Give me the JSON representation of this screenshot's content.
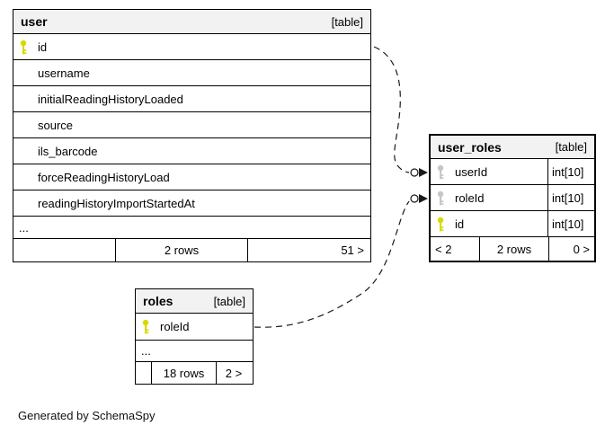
{
  "diagram": {
    "generated_by": "Generated by SchemaSpy"
  },
  "colors": {
    "header_bg": "#f2f2f2",
    "border": "#000000",
    "primary_key": "#d9d900",
    "foreign_key": "#c6c6c6"
  },
  "tables": {
    "user": {
      "title": "user",
      "tag": "[table]",
      "columns": [
        {
          "name": "id",
          "key": "primary"
        },
        {
          "name": "username",
          "key": "none"
        },
        {
          "name": "initialReadingHistoryLoaded",
          "key": "none"
        },
        {
          "name": "source",
          "key": "none"
        },
        {
          "name": "ils_barcode",
          "key": "none"
        },
        {
          "name": "forceReadingHistoryLoad",
          "key": "none"
        },
        {
          "name": "readingHistoryImportStartedAt",
          "key": "none"
        }
      ],
      "ellipsis": "...",
      "footer": {
        "left": "",
        "center": "2 rows",
        "right": "51 >"
      }
    },
    "user_roles": {
      "title": "user_roles",
      "tag": "[table]",
      "columns": [
        {
          "name": "userId",
          "type": "int[10]",
          "key": "foreign"
        },
        {
          "name": "roleId",
          "type": "int[10]",
          "key": "foreign"
        },
        {
          "name": "id",
          "type": "int[10]",
          "key": "primary"
        }
      ],
      "footer": {
        "left": "< 2",
        "center": "2 rows",
        "right": "0 >"
      }
    },
    "roles": {
      "title": "roles",
      "tag": "[table]",
      "columns": [
        {
          "name": "roleId",
          "key": "primary"
        }
      ],
      "ellipsis": "...",
      "footer": {
        "left": "",
        "center": "18 rows",
        "right": "2 >"
      }
    }
  },
  "relationships": [
    {
      "from": "user.id",
      "to": "user_roles.userId",
      "style": "dashed"
    },
    {
      "from": "roles.roleId",
      "to": "user_roles.roleId",
      "style": "dashed"
    }
  ]
}
